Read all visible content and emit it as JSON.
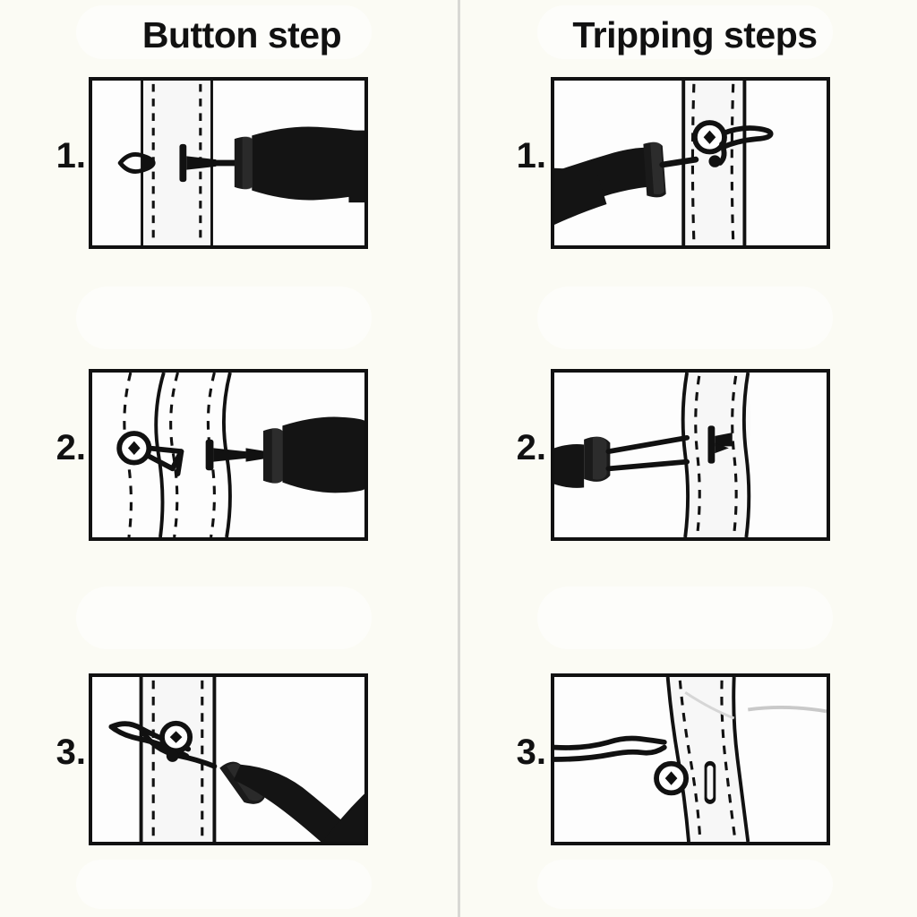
{
  "page": {
    "background_color": "#fbfbf4",
    "ink_color": "#111111",
    "panel_fill": "#fdfdfd",
    "divider_color": "#d8d8d4"
  },
  "columns": [
    {
      "id": "button-step",
      "title": "Button step",
      "steps": [
        {
          "number": "1.",
          "illustration": "tool-aligned-with-button-and-loop"
        },
        {
          "number": "2.",
          "illustration": "button-pulled-through-placket"
        },
        {
          "number": "3.",
          "illustration": "button-seated-with-loop-secured"
        }
      ]
    },
    {
      "id": "tripping-steps",
      "title": "Tripping steps",
      "steps": [
        {
          "number": "1.",
          "illustration": "tool-approaching-button-from-left"
        },
        {
          "number": "2.",
          "illustration": "tool-hooking-button-through-buttonhole"
        },
        {
          "number": "3.",
          "illustration": "button-and-buttonhole-released"
        }
      ]
    }
  ]
}
